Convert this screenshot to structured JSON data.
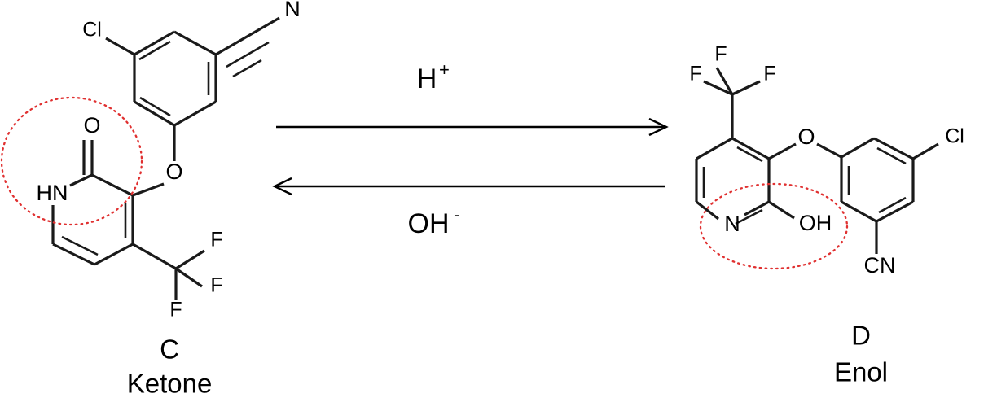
{
  "figure": {
    "type": "chemical-reaction-scheme",
    "description": "Keto-enol tautomerism equilibrium between a pyridinone (ketone form) and a hydroxypyridine (enol form)",
    "background_color": "#ffffff",
    "bond_color": "#1a1a1a",
    "highlight_color": "#e03030"
  },
  "reagents": {
    "forward": {
      "label": "H",
      "charge": "+"
    },
    "reverse": {
      "label": "OH",
      "charge": "-"
    }
  },
  "left_structure": {
    "id": "C",
    "name": "Ketone",
    "atom_labels": {
      "chloro": "Cl",
      "nitrile_n": "N",
      "ether_o": "O",
      "carbonyl_o": "O",
      "amide_nh": "HN",
      "fluoro_1": "F",
      "fluoro_2": "F",
      "fluoro_3": "F"
    },
    "highlight_shape": "circle",
    "highlight_target": "amide (HN-C=O) group"
  },
  "right_structure": {
    "id": "D",
    "name": "Enol",
    "atom_labels": {
      "fluoro_1": "F",
      "fluoro_2": "F",
      "fluoro_3": "F",
      "ether_o": "O",
      "chloro": "Cl",
      "ring_n": "N",
      "hydroxyl": "OH",
      "nitrile": "CN"
    },
    "highlight_shape": "ellipse",
    "highlight_target": "enol (N=C-OH) group"
  }
}
